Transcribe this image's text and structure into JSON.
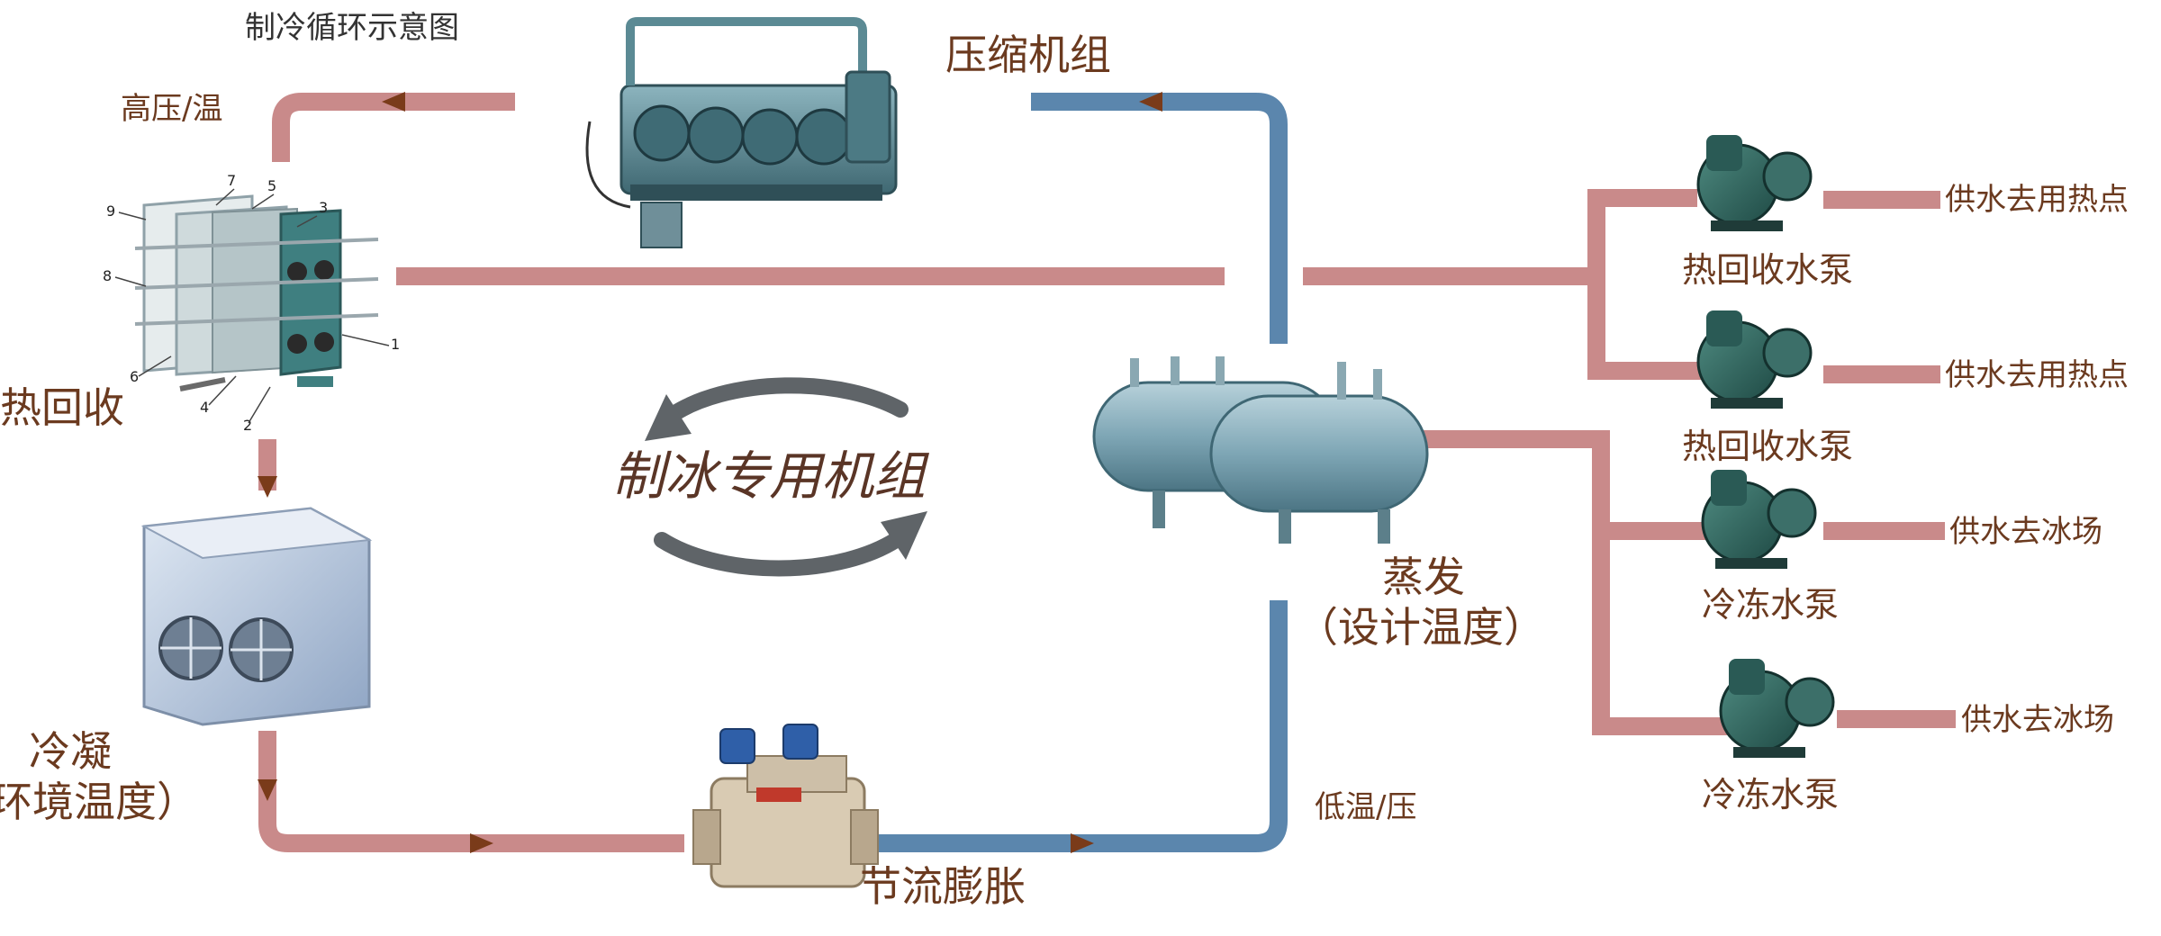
{
  "caption": "制冷循环示意图",
  "labels": {
    "high_pressure": "高压/温",
    "compressor_unit": "压缩机组",
    "heat_recovery": "热回收",
    "ice_unit": "制冰专用机组",
    "condensing": "冷凝",
    "condensing_note": "环境温度）",
    "expansion": "节流膨胀",
    "evaporation": "蒸发",
    "evaporation_note": "（设计温度）",
    "low_pressure": "低温/压"
  },
  "pumps": [
    {
      "name": "热回收水泵",
      "supply": "供水去用热点"
    },
    {
      "name": "热回收水泵",
      "supply": "供水去用热点"
    },
    {
      "name": "冷冻水泵",
      "supply": "供水去冰场"
    },
    {
      "name": "冷冻水泵",
      "supply": "供水去冰场"
    }
  ],
  "plate_callouts": [
    "9",
    "7",
    "5",
    "3",
    "8",
    "1",
    "6",
    "4",
    "2"
  ],
  "colors": {
    "hot_pipe": "#c98a8a",
    "cold_pipe": "#5b86ad",
    "arrow": "#7a3b1a",
    "equipment": "#6f9aa8",
    "label_text": "#6b3a1f",
    "cycle_arrow": "#5f6468"
  }
}
